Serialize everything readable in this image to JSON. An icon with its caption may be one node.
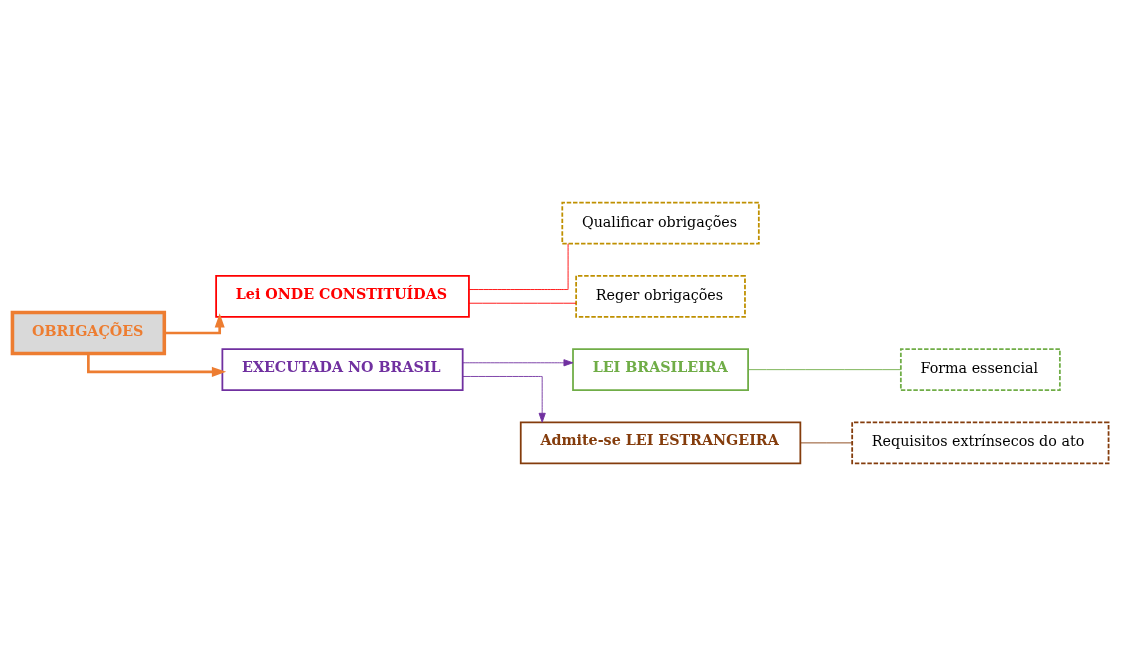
{
  "diagram": {
    "nodes": [
      {
        "text": [
          "OBRIGAÇÕES"
        ]
      },
      {
        "text": [
          "Lei ONDE CONSTITUÍDAS"
        ]
      },
      {
        "text": [
          "Qualificar obrigações"
        ]
      },
      {
        "text": [
          "Reger obrigações"
        ]
      },
      {
        "text": [
          "EXECUTADA NO BRASIL"
        ]
      },
      {
        "text": [
          "LEI BRASILEIRA"
        ]
      },
      {
        "text": [
          "Forma essencial"
        ]
      },
      {
        "text": [
          "Admite-se LEI ESTRANGEIRA"
        ]
      },
      {
        "text": [
          "Requisitos extrínsecos do ato"
        ]
      }
    ],
    "edges": [
      {
        "from": 0,
        "to": 1,
        "arrow": "to",
        "style": "thick",
        "color": "#ed7d31"
      },
      {
        "from": 0,
        "to": 4,
        "arrow": "to",
        "style": "thick",
        "color": "#ed7d31"
      },
      {
        "from": 1,
        "to": 2,
        "arrow": "none",
        "color": "#ff0000"
      },
      {
        "from": 1,
        "to": 3,
        "arrow": "none",
        "color": "#ff0000"
      },
      {
        "from": 4,
        "to": 5,
        "arrow": "to",
        "color": "#7030a0"
      },
      {
        "from": 4,
        "to": 7,
        "arrow": "to",
        "color": "#7030a0"
      },
      {
        "from": 5,
        "to": 6,
        "arrow": "none",
        "color": "#70ad47"
      },
      {
        "from": 7,
        "to": 8,
        "arrow": "none",
        "color": "#843c0c"
      }
    ]
  }
}
